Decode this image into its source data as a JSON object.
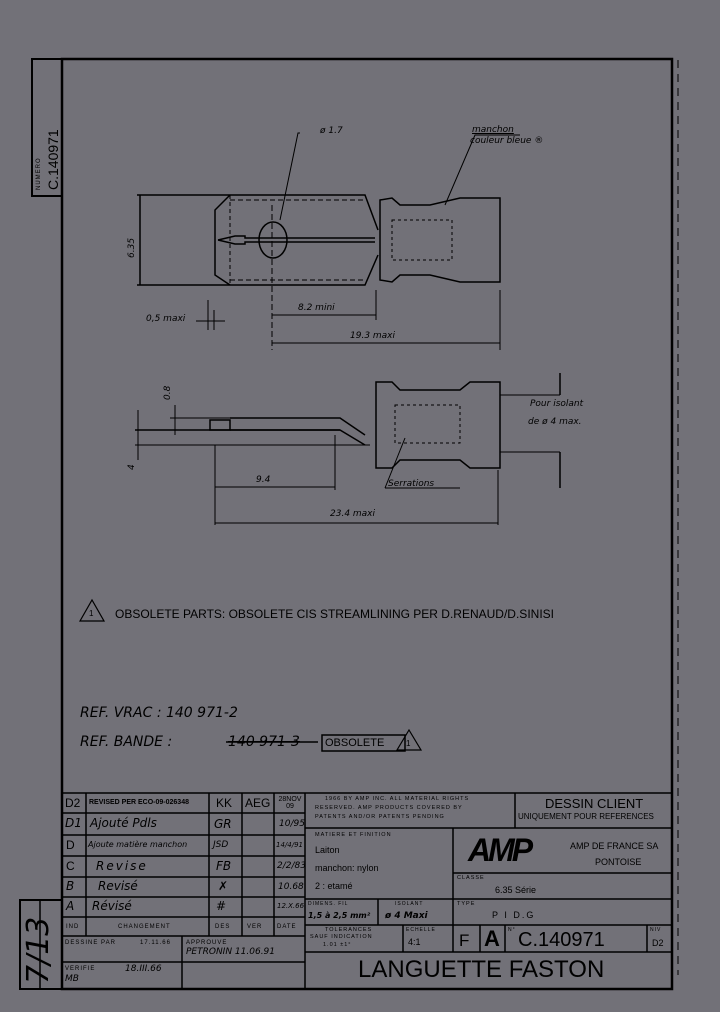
{
  "drawing": {
    "side_number_label": "NUMERO",
    "side_number": "C.140971",
    "sheet": "7/13",
    "top_view": {
      "diameter_hole": "ø 1.7",
      "sleeve_note_1": "manchon",
      "sleeve_note_2": "couleur bleue ®",
      "height_dim": "6.35",
      "tip_dim": "0,5 maxi",
      "dim_a": "8.2 mini",
      "dim_b": "19.3 maxi"
    },
    "side_view": {
      "thickness_dim": "0.8",
      "offset_dim": "4",
      "insulation_note_1": "Pour isolant",
      "insulation_note_2": "de ø 4 max.",
      "serrations_label": "Serrations",
      "dim_a": "9.4",
      "dim_b": "23.4 maxi"
    },
    "obsolete_note": "OBSOLETE PARTS: OBSOLETE CIS STREAMLINING PER D.RENAUD/D.SINISI",
    "revision_triangle": "1",
    "ref_vrac": "REF. VRAC : 140 971-2",
    "ref_bande_label": "REF. BANDE :",
    "ref_bande_struck": "140 971-3",
    "obsolete_box": "OBSOLETE"
  },
  "revisions": {
    "rows": [
      {
        "ind": "D2",
        "change": "REVISED PER ECO-09-026348",
        "des": "KK",
        "ver": "AEG",
        "date": "28NOV 09"
      },
      {
        "ind": "D1",
        "change": "Ajouté Pdls",
        "des": "GR",
        "ver": "",
        "date": "10/95"
      },
      {
        "ind": "D",
        "change": "Ajoute matière manchon",
        "des": "JSD",
        "ver": "",
        "date": "14/4/91"
      },
      {
        "ind": "C",
        "change": "Revise",
        "des": "FB",
        "ver": "",
        "date": "2/2/83"
      },
      {
        "ind": "B",
        "change": "Revisé",
        "des": "",
        "ver": "",
        "date": "10.68"
      },
      {
        "ind": "A",
        "change": "Révisé",
        "des": "#",
        "ver": "",
        "date": "12.X.66"
      }
    ],
    "headers": {
      "ind": "IND",
      "change": "CHANGEMENT",
      "des": "DES",
      "ver": "VER",
      "date": "DATE"
    },
    "dessine_label": "DESSINE PAR",
    "dessine_value": "17.11.66",
    "approuve_label": "APPROUVE",
    "approuve_value": "PETRONIN 11.06.91",
    "verifie_label": "VERIFIE",
    "verifie_value": "18.III.66",
    "verifie_initials": "MB"
  },
  "title_block": {
    "copyright_1": "1966 BY AMP INC. ALL MATERIAL RIGHTS",
    "copyright_2": "RESERVED. AMP PRODUCTS COVERED BY",
    "copyright_3": "PATENTS AND/OR PATENTS PENDING",
    "dessin_client": "DESSIN CLIENT",
    "dessin_client_sub": "UNIQUEMENT POUR REFERENCES",
    "matiere_label": "MATIERE ET FINITION",
    "matiere_1": "Laiton",
    "matiere_2": "manchon: nylon",
    "matiere_3": "2 : etamé",
    "logo": "AMP",
    "company_1": "AMP DE FRANCE SA",
    "company_2": "PONTOISE",
    "classe_label": "CLASSE",
    "classe_value": "6.35 Série",
    "type_label": "TYPE",
    "type_value": "P I D.G",
    "dimens_label": "DIMENS. FIL",
    "dimens_value": "1,5 à 2,5 mm²",
    "isolant_label": "ISOLANT",
    "isolant_value": "ø 4 Maxi",
    "tolerances_1": "TOLERANCES",
    "tolerances_2": "SAUF INDICATION",
    "tolerances_3": "1.01   ±1°",
    "echelle_label": "ECHELLE",
    "echelle_value": "4:1",
    "format": "F",
    "size": "A",
    "number_label": "N°",
    "number": "C.140971",
    "niv_label": "NIV",
    "niv": "D2",
    "title": "LANGUETTE FASTON"
  }
}
